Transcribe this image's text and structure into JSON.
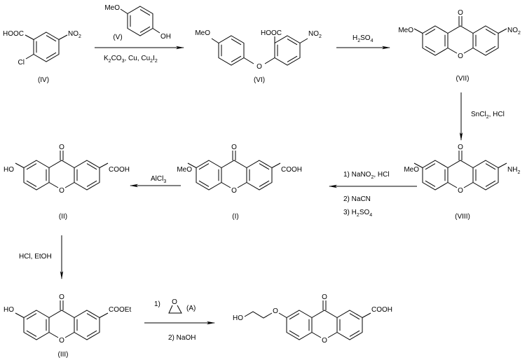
{
  "colors": {
    "ink": "#000000",
    "background": "#ffffff"
  },
  "compounds": {
    "IV": {
      "label": "(IV)",
      "acid": "HOOC",
      "nitro": "NO",
      "nitro_sub": "2",
      "halide": "Cl"
    },
    "V": {
      "label": "(V)",
      "methoxy": "MeO",
      "hydroxy": "OH"
    },
    "VI": {
      "label": "(VI)",
      "methoxy": "MeO",
      "acid": "HOOC",
      "ether_o": "O",
      "nitro": "NO",
      "nitro_sub": "2"
    },
    "VII": {
      "label": "(VII)",
      "methoxy": "MeO",
      "carbonyl": "O",
      "ring_o": "O",
      "nitro": "NO",
      "nitro_sub": "2"
    },
    "VIII": {
      "label": "(VIII)",
      "methoxy": "MeO",
      "carbonyl": "O",
      "ring_o": "O",
      "amine": "NH",
      "amine_sub": "2"
    },
    "I": {
      "label": "(I)",
      "methoxy": "MeO",
      "carbonyl": "O",
      "ring_o": "O",
      "acid": "COOH"
    },
    "II": {
      "label": "(II)",
      "hydroxy": "HO",
      "carbonyl": "O",
      "ring_o": "O",
      "acid": "COOH"
    },
    "III": {
      "label": "(III)",
      "hydroxy": "HO",
      "carbonyl": "O",
      "ring_o": "O",
      "ester": "COOEt"
    },
    "product": {
      "hydroxy": "HO",
      "ether_o": "O",
      "carbonyl": "O",
      "ring_o": "O",
      "acid": "COOH"
    }
  },
  "reagents": {
    "step1": {
      "t1": "K",
      "s1": "2",
      "t2": "CO",
      "s2": "3",
      "t3": ", Cu, Cu",
      "s3": "2",
      "t4": "I",
      "s4": "2"
    },
    "step2": {
      "t1": "H",
      "s1": "2",
      "t2": "SO",
      "s2": "4"
    },
    "step3": {
      "t1": "SnCl",
      "s1": "2",
      "t2": ", HCl"
    },
    "step4": {
      "line1": "1) NaNO",
      "line1_sub": "2",
      "line1_rest": ", HCl",
      "line2": "2) NaCN",
      "line3": "3) H",
      "line3_s1": "2",
      "line3_t2": "SO",
      "line3_s2": "4"
    },
    "step5": {
      "t1": "AlCl",
      "s1": "3"
    },
    "step6": {
      "text": "HCl, EtOH"
    },
    "step7": {
      "line1_num": "1)",
      "epoxide_o": "O",
      "line1_ref": "(A)",
      "line2": "2) NaOH"
    }
  }
}
